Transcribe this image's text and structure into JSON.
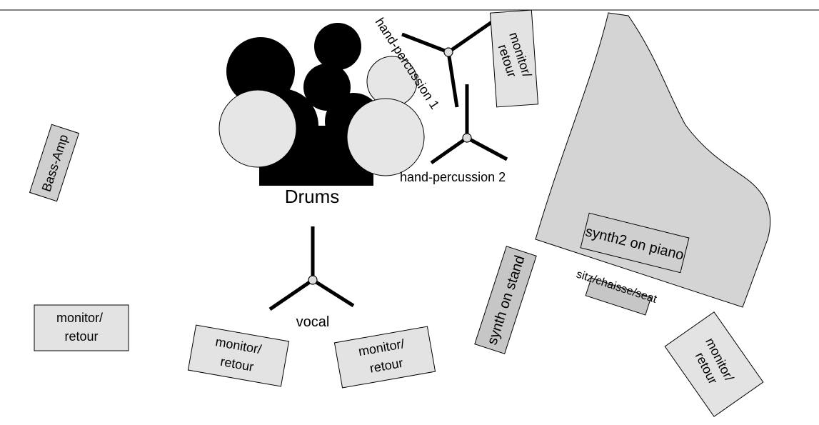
{
  "diagram": {
    "drums_label": "Drums",
    "bass_amp_label": "Bass-Amp",
    "vocal_label": "vocal",
    "hand_percussion_1_label": "hand-percussion 1",
    "hand_percussion_2_label": "hand-percussion 2",
    "synth_stand_label": "synth on stand",
    "synth2_piano_label": "synth2 on piano",
    "seat_label": "sitz/chaisse/seat",
    "monitor_label_line1": "monitor/",
    "monitor_label_line2": "retour"
  },
  "colors": {
    "piano_fill": "#d4d4d4",
    "box_fill": "#e3e3e3",
    "dark_box_fill": "#c6c6c6",
    "drum_dark": "#000000",
    "drum_light": "#e6e6e6"
  }
}
